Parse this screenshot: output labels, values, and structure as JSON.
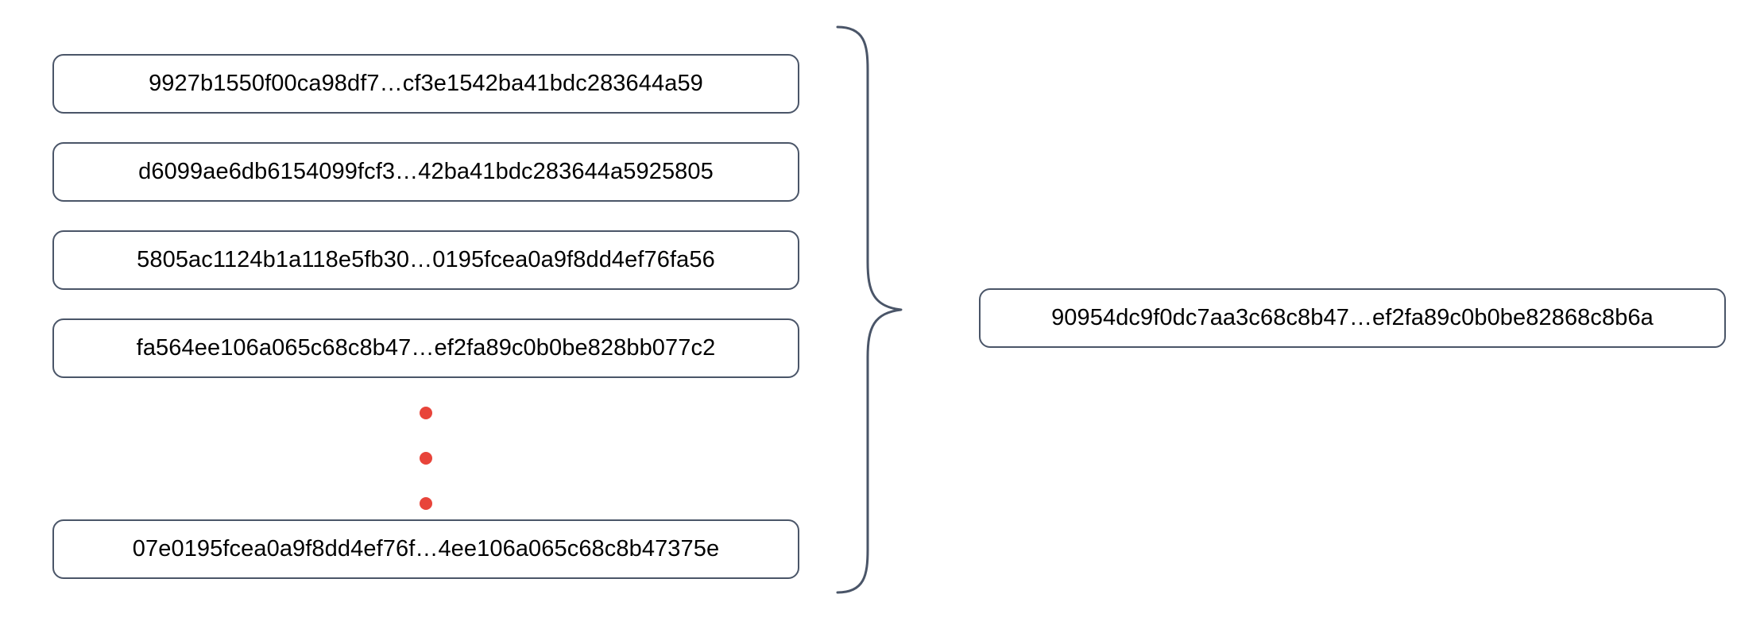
{
  "diagram": {
    "type": "hash-aggregation",
    "title": "",
    "colors": {
      "box_border": "#4a5568",
      "box_background": "#ffffff",
      "text": "#000000",
      "ellipsis_dot": "#e8443a",
      "brace_stroke": "#4a5568",
      "page_background": "#ffffff"
    },
    "inputs": {
      "label": "",
      "items": [
        {
          "hash": "9927b1550f00ca98df7…cf3e1542ba41bdc283644a59"
        },
        {
          "hash": "d6099ae6db6154099fcf3…42ba41bdc283644a5925805"
        },
        {
          "hash": "5805ac1124b1a118e5fb30…0195fcea0a9f8dd4ef76fa56"
        },
        {
          "hash": "fa564ee106a065c68c8b47…ef2fa89c0b0be828bb077c2"
        }
      ],
      "ellipsis": {
        "name": "vertical-ellipsis",
        "dot_count": 3,
        "color": "#e8443a"
      },
      "last_item": {
        "hash": "07e0195fcea0a9f8dd4ef76f…4ee106a065c68c8b47375e"
      }
    },
    "connector": {
      "name": "curly-brace",
      "orientation": "right-facing",
      "color": "#4a5568"
    },
    "output": {
      "label": "",
      "hash": "90954dc9f0dc7aa3c68c8b47…ef2fa89c0b0be82868c8b6a"
    }
  }
}
